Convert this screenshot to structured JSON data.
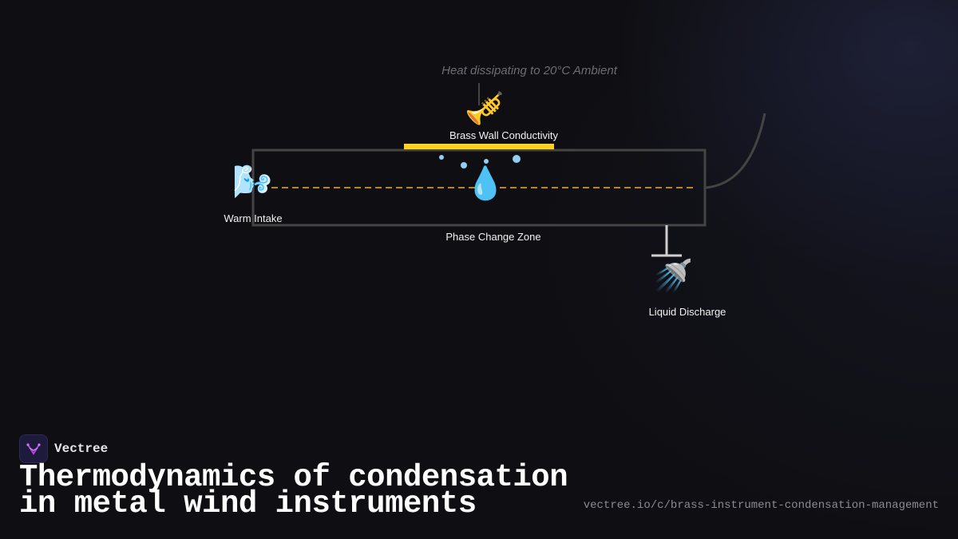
{
  "note": "Heat dissipating to 20°C Ambient",
  "labels": {
    "brass_wall": "Brass Wall Conductivity",
    "warm_intake": "Warm Intake",
    "phase_change": "Phase Change Zone",
    "liquid_discharge": "Liquid Discharge"
  },
  "icons": {
    "brass_wall": "trumpet-icon",
    "warm_intake": "wind-icon",
    "phase_change": "droplet-icon",
    "liquid_discharge": "shower-icon"
  },
  "colors": {
    "background": "#0f0f13",
    "wall_highlight": "#ffd21f",
    "flow_line": "#b8862a",
    "tube_outline": "#444444",
    "droplets": "#8fd0f0"
  },
  "brand": {
    "name": "Vectree"
  },
  "title": {
    "line1": "Thermodynamics of condensation",
    "line2": "in metal wind instruments"
  },
  "url": "vectree.io/c/brass-instrument-condensation-management"
}
